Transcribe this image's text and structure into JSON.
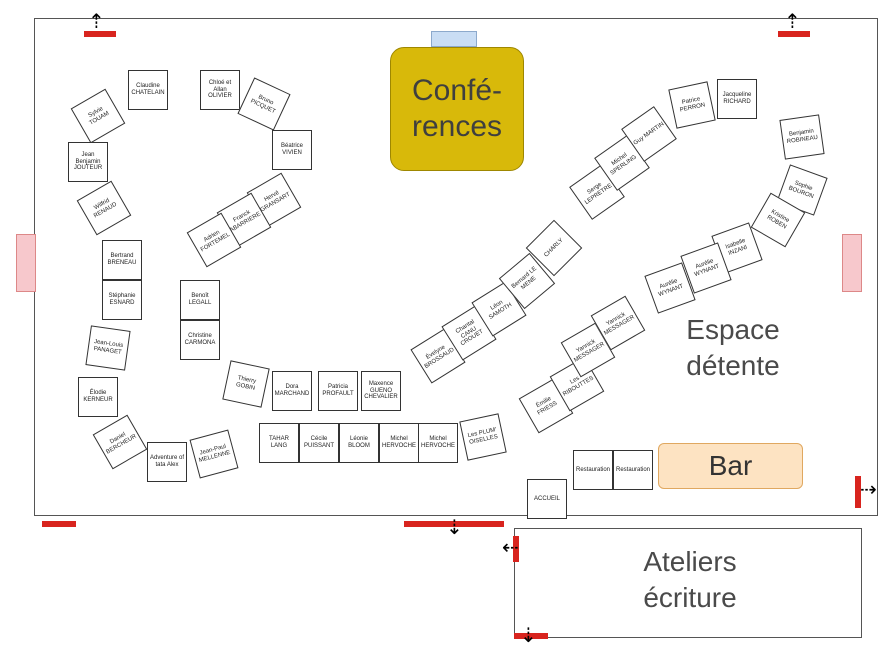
{
  "zones": {
    "conferences": "Confé-\nrences",
    "espace_detente": "Espace\ndétente",
    "bar": "Bar",
    "ateliers": "Ateliers\nécriture"
  },
  "stands": [
    {
      "label": "Claudine CHATELAIN"
    },
    {
      "label": "Sylvie TOUAM"
    },
    {
      "label": "Jean Benjamin JOUTEUR"
    },
    {
      "label": "Wilfrid RENAUD"
    },
    {
      "label": "Bertrand BRENEAU"
    },
    {
      "label": "Stéphanie ESNARD"
    },
    {
      "label": "Jean-Louis PANAGET"
    },
    {
      "label": "Élodie KERNEUR"
    },
    {
      "label": "Daniel BERCHEUR"
    },
    {
      "label": "Adventure of tata Alex"
    },
    {
      "label": "Jean-Paul MELLENNE"
    },
    {
      "label": "Chloé et Allan OLIVIER"
    },
    {
      "label": "Bruno PICQUET"
    },
    {
      "label": "Béatrice VIVIEN"
    },
    {
      "label": "Hervé GRANSART"
    },
    {
      "label": "Franck ABARRIERE"
    },
    {
      "label": "Adrien FORTEMEL"
    },
    {
      "label": "Benoît LEGALL"
    },
    {
      "label": "Christine CARMONA"
    },
    {
      "label": "Thierry GOBIN"
    },
    {
      "label": "Dora MARCHAND"
    },
    {
      "label": "Patricia PROFAULT"
    },
    {
      "label": "Maxence GUENO CHEVALIER"
    },
    {
      "label": "TAHAR LANG"
    },
    {
      "label": "Cécile PUISSANT"
    },
    {
      "label": "Léonie BLOOM"
    },
    {
      "label": "Michel HERVOCHE"
    },
    {
      "label": "Michel HERVOCHE"
    },
    {
      "label": "Les PLUM' OISELLES"
    },
    {
      "label": "Évelyne BROSSAUD"
    },
    {
      "label": "Chantal CANU CROUET"
    },
    {
      "label": "Léon SAMOTH"
    },
    {
      "label": "Bernard LE MENE"
    },
    {
      "label": "CHARLY"
    },
    {
      "label": "Serge LEPRETRE"
    },
    {
      "label": "Michel SPERLING"
    },
    {
      "label": "Guy MARTIN"
    },
    {
      "label": "Patrice PERRON"
    },
    {
      "label": "Jacqueline RICHARD"
    },
    {
      "label": "Benjamin ROBINEAU"
    },
    {
      "label": "Sophie BOURON"
    },
    {
      "label": "Kristine ROBEN"
    },
    {
      "label": "Isabelle INZANI"
    },
    {
      "label": "Aurélie WYNANT"
    },
    {
      "label": "Aurélie WYNANT"
    },
    {
      "label": "Émilie FRIESS"
    },
    {
      "label": "Les RIBOUTTES"
    },
    {
      "label": "Yannick MESSAGER"
    },
    {
      "label": "Yannick MESSAGER"
    },
    {
      "label": "Restauration"
    },
    {
      "label": "Restauration"
    },
    {
      "label": "ACCUEIL"
    }
  ],
  "icons": {
    "exit": "exit-arrow-icon"
  }
}
